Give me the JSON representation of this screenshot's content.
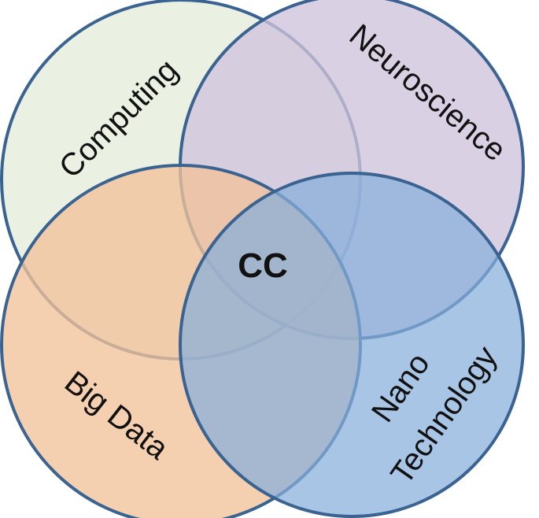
{
  "diagram": {
    "sets": [
      {
        "id": "computing",
        "label": "Computing",
        "fill": "#e9f0e2"
      },
      {
        "id": "neuroscience",
        "label": "Neuroscience",
        "fill": "#d8cfe3"
      },
      {
        "id": "big-data",
        "label": "Big Data",
        "fill": "#f2c8a4"
      },
      {
        "id": "nano-technology",
        "label_line1": "Nano",
        "label_line2": "Technology",
        "fill": "#8fb4de"
      }
    ],
    "center_label": "CC",
    "outline_color": "#3a6391"
  }
}
